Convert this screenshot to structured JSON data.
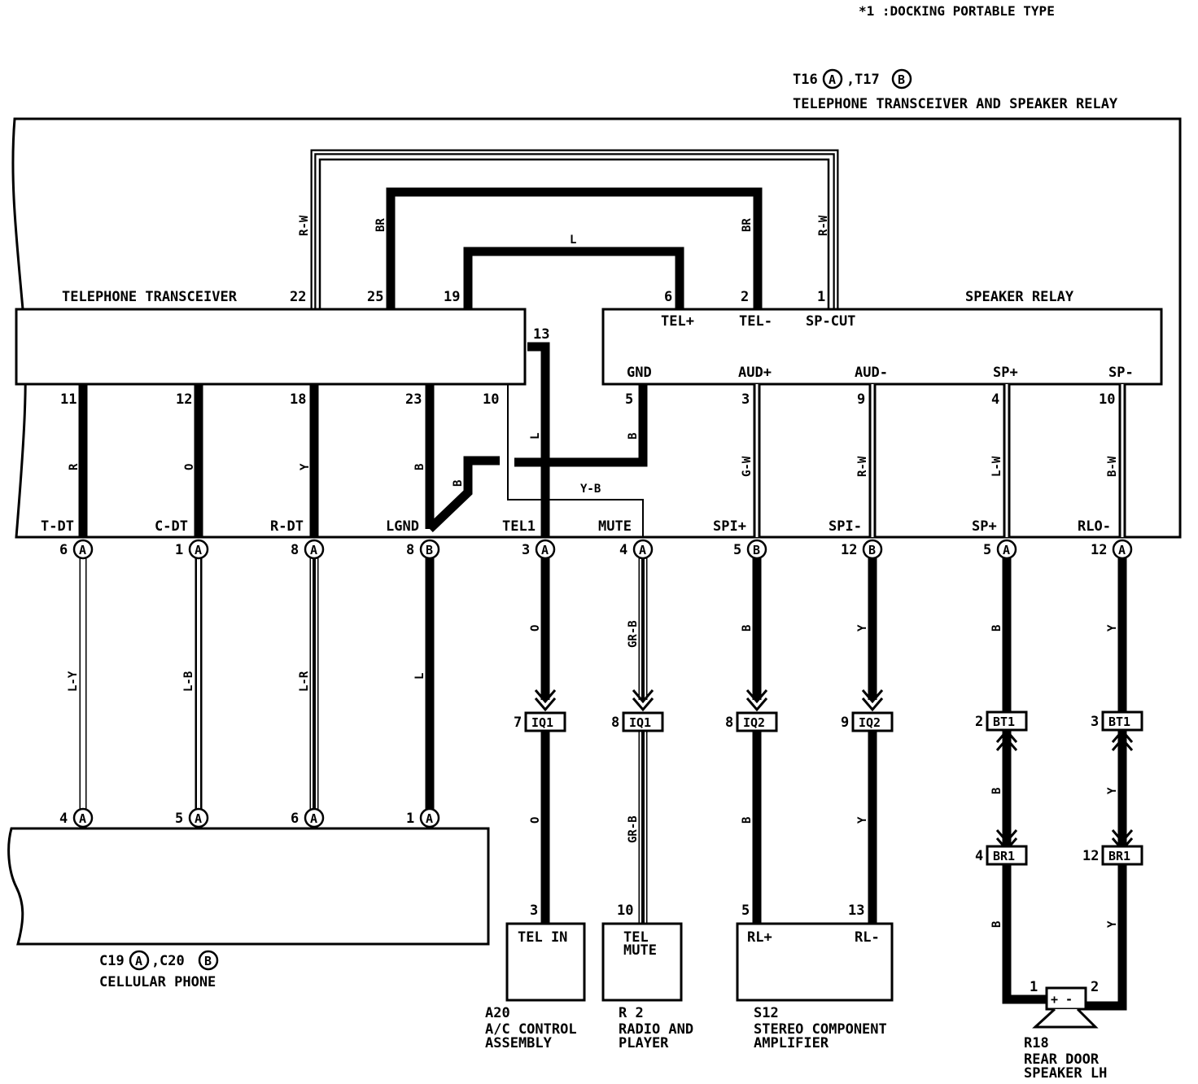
{
  "note": "*1 :DOCKING PORTABLE TYPE",
  "transceiver_relay": {
    "code1": "T16",
    "letter1": "A",
    "code2": "T17",
    "letter2": "B",
    "title": "TELEPHONE TRANSCEIVER AND SPEAKER RELAY"
  },
  "telephone_transceiver": {
    "title": "TELEPHONE TRANSCEIVER",
    "pins_top": [
      "22",
      "25",
      "19"
    ],
    "pin_side": "13",
    "pins_bottom": [
      "11",
      "12",
      "18",
      "23",
      "10"
    ]
  },
  "speaker_relay": {
    "title": "SPEAKER RELAY",
    "pins_top": [
      "6",
      "2",
      "1"
    ],
    "terms_top": [
      "TEL+",
      "TEL-",
      "SP-CUT"
    ],
    "terms_bottom": [
      "GND",
      "AUD+",
      "AUD-",
      "SP+",
      "SP-"
    ],
    "pins_bottom": [
      "5",
      "3",
      "9",
      "4",
      "10"
    ]
  },
  "wire_colors_top": {
    "rw": "R-W",
    "br": "BR",
    "l": "L"
  },
  "inner_wires": [
    "R",
    "O",
    "Y",
    "B",
    "L",
    "B",
    "B",
    "Y-B",
    "G-W",
    "R-W",
    "L-W",
    "B-W"
  ],
  "terminals": [
    "T-DT",
    "C-DT",
    "R-DT",
    "LGND",
    "TEL1",
    "MUTE",
    "SPI+",
    "SPI-",
    "SP+",
    "RLO-"
  ],
  "connectors": [
    {
      "pin": "6",
      "letter": "A"
    },
    {
      "pin": "1",
      "letter": "A"
    },
    {
      "pin": "8",
      "letter": "A"
    },
    {
      "pin": "8",
      "letter": "B"
    },
    {
      "pin": "3",
      "letter": "A"
    },
    {
      "pin": "4",
      "letter": "A"
    },
    {
      "pin": "5",
      "letter": "B"
    },
    {
      "pin": "12",
      "letter": "B"
    },
    {
      "pin": "5",
      "letter": "A"
    },
    {
      "pin": "12",
      "letter": "A"
    }
  ],
  "lower_wires": [
    "L-Y",
    "L-B",
    "L-R",
    "L",
    "O",
    "GR-B",
    "B",
    "Y",
    "B",
    "Y"
  ],
  "junctions": [
    {
      "pin": "7",
      "code": "IQ1"
    },
    {
      "pin": "8",
      "code": "IQ1"
    },
    {
      "pin": "8",
      "code": "IQ2"
    },
    {
      "pin": "9",
      "code": "IQ2"
    },
    {
      "pin": "2",
      "code": "BT1"
    },
    {
      "pin": "3",
      "code": "BT1"
    },
    {
      "pin": "4",
      "code": "BR1"
    },
    {
      "pin": "12",
      "code": "BR1"
    }
  ],
  "below_junction_wires": [
    "O",
    "GR-B",
    "B",
    "Y",
    "B",
    "Y",
    "B",
    "Y"
  ],
  "phone_pins": [
    {
      "pin": "4",
      "letter": "A"
    },
    {
      "pin": "5",
      "letter": "A"
    },
    {
      "pin": "6",
      "letter": "A"
    },
    {
      "pin": "1",
      "letter": "A"
    }
  ],
  "cellular_phone": {
    "code1": "C19",
    "letter1": "A",
    "code2": "C20",
    "letter2": "B",
    "title": "CELLULAR PHONE"
  },
  "ac_control": {
    "pin": "3",
    "term": "TEL IN",
    "code": "A20",
    "name1": "A/C CONTROL",
    "name2": "ASSEMBLY"
  },
  "radio": {
    "pin": "10",
    "term1": "TEL",
    "term2": "MUTE",
    "code": "R 2",
    "name1": "RADIO AND",
    "name2": "PLAYER"
  },
  "amplifier": {
    "pins": [
      "5",
      "13"
    ],
    "terms": [
      "RL+",
      "RL-"
    ],
    "code": "S12",
    "name1": "STEREO COMPONENT",
    "name2": "AMPLIFIER"
  },
  "speaker": {
    "pins": [
      "1",
      "2"
    ],
    "polarity": "+ -",
    "code": "R18",
    "name1": "REAR DOOR",
    "name2": "SPEAKER LH"
  }
}
